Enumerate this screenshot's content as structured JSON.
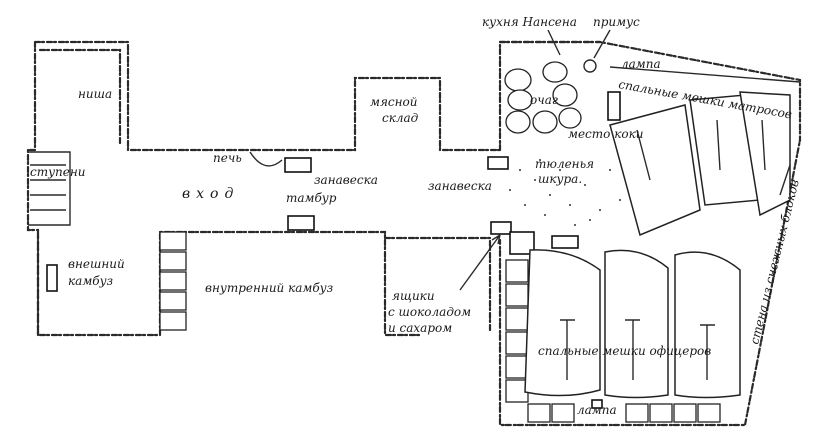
{
  "labels": {
    "kitchen": "кухня Нансена",
    "primus": "примус",
    "lamp_top": "лампа",
    "niche": "ниша",
    "meat_store": "мясной склад",
    "hearth": "очаг",
    "sailor_bags": "спальные мешки матросов",
    "cook_place": "место коки",
    "stove": "печь",
    "curtain_left": "занавеска",
    "seal_skins": "тюленья шкура",
    "steps": "ступени",
    "entrance": "вход",
    "curtain_right": "занавеска",
    "vestibule": "тамбур",
    "outer_galley": "внешний камбуз",
    "inner_galley": "внутренний камбуз",
    "boxes": "ящики с шоколадом и сахаром",
    "snow_wall": "стена из снежных блоков",
    "officer_bags": "спальные мешки офицеров",
    "lamp_bottom": "лампа"
  }
}
